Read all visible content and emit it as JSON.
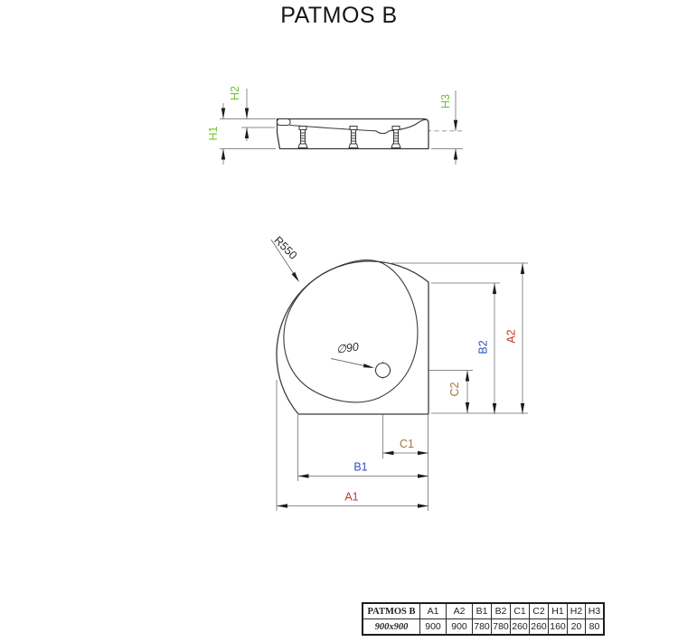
{
  "title": "PATMOS B",
  "drawing": {
    "side_view": {
      "h1_label": "H1",
      "h2_label": "H2",
      "h3_label": "H3"
    },
    "top_view": {
      "radius_label": "R550",
      "drain_label": "∅90",
      "a1_label": "A1",
      "a2_label": "A2",
      "b1_label": "B1",
      "b2_label": "B2",
      "c1_label": "C1",
      "c2_label": "C2"
    }
  },
  "table": {
    "product_header": "PATMOS B",
    "size_label": "900x900",
    "columns": [
      {
        "label": "A1",
        "value": "900"
      },
      {
        "label": "A2",
        "value": "900"
      },
      {
        "label": "B1",
        "value": "780"
      },
      {
        "label": "B2",
        "value": "780"
      },
      {
        "label": "C1",
        "value": "260"
      },
      {
        "label": "C2",
        "value": "260"
      },
      {
        "label": "H1",
        "value": "160"
      },
      {
        "label": "H2",
        "value": "20"
      },
      {
        "label": "H3",
        "value": "80"
      }
    ]
  },
  "colors": {
    "a_dimensions": "#c0392b",
    "b_dimensions": "#2b4fc8",
    "c_dimensions": "#a0783c",
    "h_dimensions": "#6cc42f",
    "part_line": "#3b3b3b",
    "dimension_line": "#8c8c8c"
  }
}
